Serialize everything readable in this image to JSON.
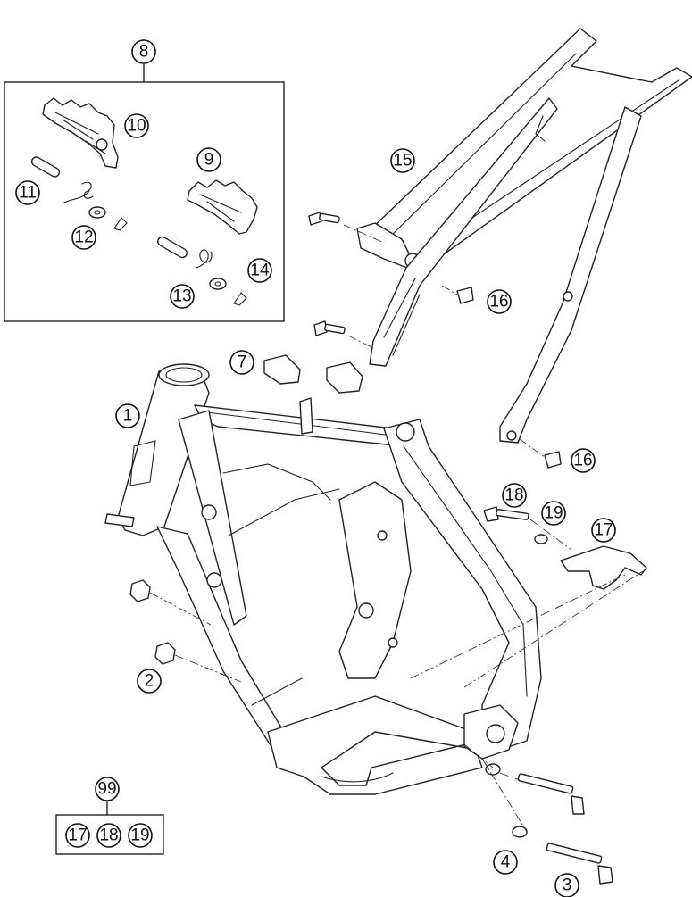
{
  "callouts": {
    "c1": "1",
    "c2": "2",
    "c3": "3",
    "c4": "4",
    "c7": "7",
    "c8": "8",
    "c9": "9",
    "c10": "10",
    "c11": "11",
    "c12": "12",
    "c13": "13",
    "c14": "14",
    "c15": "15",
    "c16a": "16",
    "c16b": "16",
    "c17": "17",
    "c18": "18",
    "c19": "19",
    "c99": "99",
    "kit17": "17",
    "kit18": "18",
    "kit19": "19"
  }
}
